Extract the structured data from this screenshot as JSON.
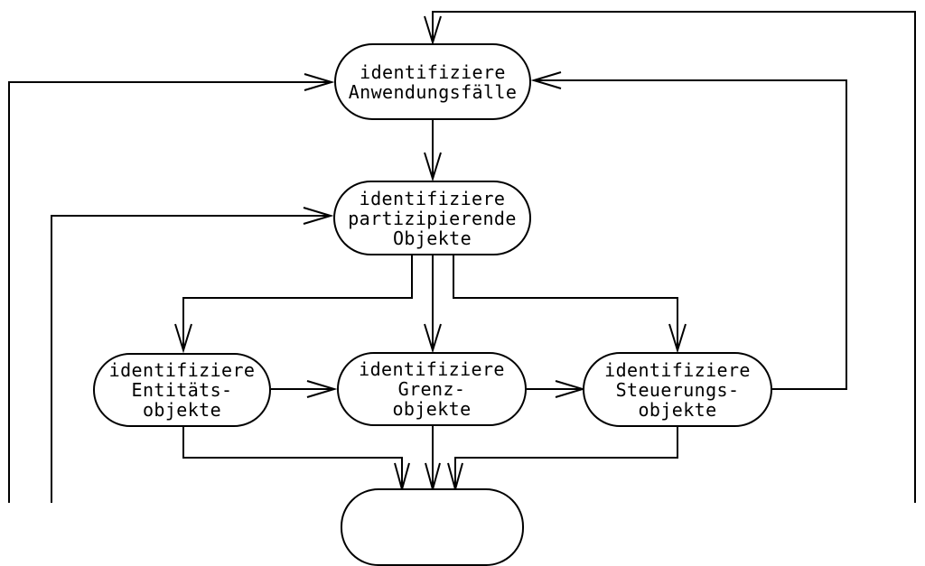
{
  "diagram": {
    "background_color": "#ffffff",
    "line_color": "#000000",
    "text_color": "#000000",
    "nodes": [
      {
        "id": "identifiziere-anwendungsfaelle",
        "label": "identifiziere\nAnwendungsfälle"
      },
      {
        "id": "identifiziere-partizipierende-objekte",
        "label": "identifiziere\npartizipierende\nObjekte"
      },
      {
        "id": "identifiziere-entitaetsobjekte",
        "label": "identifiziere\nEntitäts-\nobjekte"
      },
      {
        "id": "identifiziere-grenzobjekte",
        "label": "identifiziere\nGrenz-\nobjekte"
      },
      {
        "id": "identifiziere-steuerungsobjekte",
        "label": "identifiziere\nSteuerungs-\nobjekte"
      },
      {
        "id": "bottom-partial",
        "label": ""
      }
    ],
    "edges": [
      {
        "from": "identifiziere-anwendungsfaelle",
        "to": "identifiziere-partizipierende-objekte"
      },
      {
        "from": "identifiziere-partizipierende-objekte",
        "to": "identifiziere-entitaetsobjekte"
      },
      {
        "from": "identifiziere-partizipierende-objekte",
        "to": "identifiziere-grenzobjekte"
      },
      {
        "from": "identifiziere-partizipierende-objekte",
        "to": "identifiziere-steuerungsobjekte"
      },
      {
        "from": "identifiziere-entitaetsobjekte",
        "to": "identifiziere-grenzobjekte"
      },
      {
        "from": "identifiziere-grenzobjekte",
        "to": "identifiziere-steuerungsobjekte"
      },
      {
        "from": "identifiziere-steuerungsobjekte",
        "to": "identifiziere-anwendungsfaelle",
        "via": "right-inner-loop"
      },
      {
        "from": "identifiziere-entitaetsobjekte",
        "to": "bottom-partial"
      },
      {
        "from": "identifiziere-grenzobjekte",
        "to": "bottom-partial"
      },
      {
        "from": "identifiziere-steuerungsobjekte",
        "to": "bottom-partial"
      },
      {
        "from": "offscreen-bottom",
        "to": "identifiziere-anwendungsfaelle",
        "via": "top-right-outer-loop"
      },
      {
        "from": "offscreen-bottom",
        "to": "identifiziere-anwendungsfaelle",
        "via": "left-outer-loop"
      },
      {
        "from": "offscreen-bottom",
        "to": "identifiziere-partizipierende-objekte",
        "via": "left-inner-loop"
      }
    ]
  }
}
